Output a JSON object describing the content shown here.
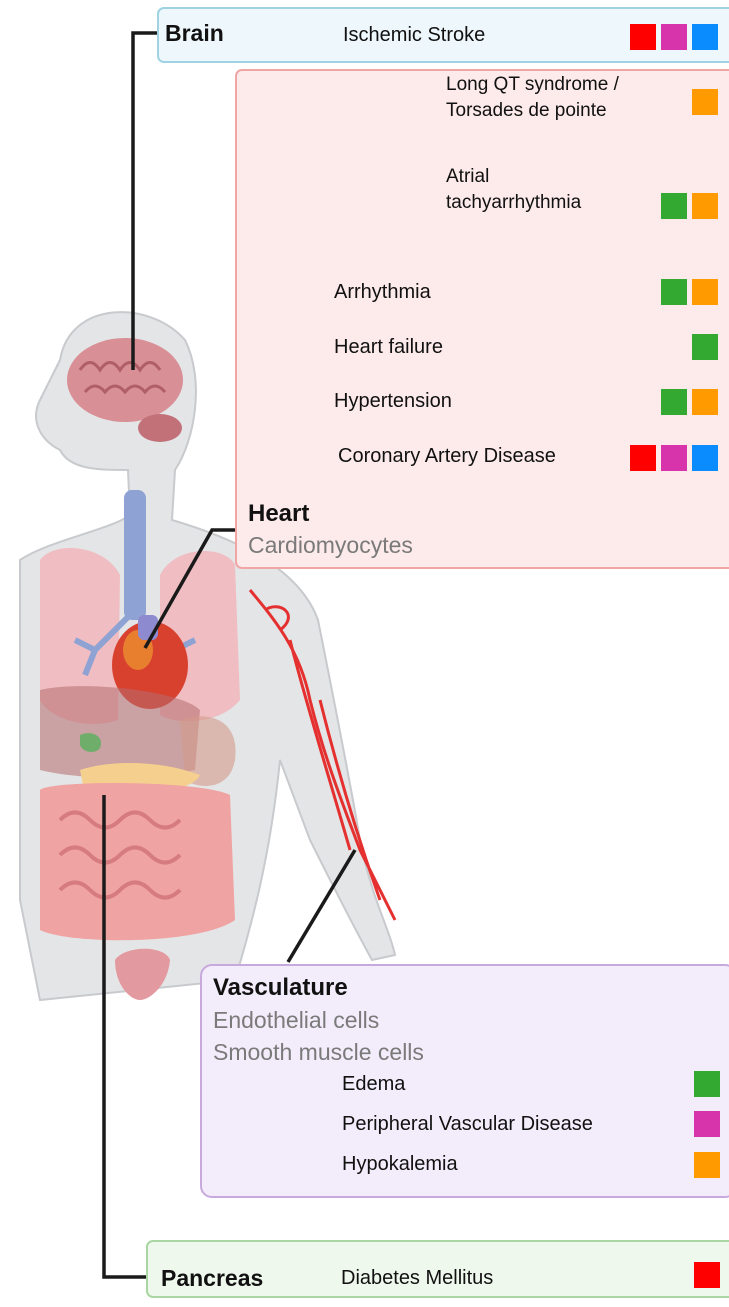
{
  "colors": {
    "red": "#ff0000",
    "magenta": "#d733aa",
    "blue": "#0a8cff",
    "green": "#33a932",
    "orange": "#ff9a00",
    "brain_panel_border": "#9fd3e4",
    "brain_panel_fill": "#eef7fb",
    "heart_panel_border": "#f1a6a6",
    "heart_panel_fill": "#fdeaea",
    "vasc_panel_border": "#c7a9dd",
    "vasc_panel_fill": "#f3ecfa",
    "pancreas_panel_border": "#a9d7a2",
    "pancreas_panel_fill": "#eef8ec"
  },
  "brain": {
    "organ": "Brain",
    "conditions": [
      {
        "label": "Ischemic Stroke",
        "markers": [
          "red",
          "magenta",
          "blue"
        ]
      }
    ]
  },
  "heart": {
    "organ": "Heart",
    "cells": [
      "Cardiomyocytes"
    ],
    "conditions": [
      {
        "label": "Long QT syndrome /",
        "label2": "Torsades de pointe",
        "markers": [
          "orange"
        ]
      },
      {
        "label": "Atrial",
        "label2": "tachyarrhythmia",
        "markers": [
          "green",
          "orange"
        ]
      },
      {
        "label": "Arrhythmia",
        "markers": [
          "green",
          "orange"
        ]
      },
      {
        "label": "Heart failure",
        "markers": [
          "green"
        ]
      },
      {
        "label": "Hypertension",
        "markers": [
          "green",
          "orange"
        ]
      },
      {
        "label": "Coronary Artery Disease",
        "markers": [
          "red",
          "magenta",
          "blue"
        ]
      }
    ]
  },
  "vasculature": {
    "organ": "Vasculature",
    "cells": [
      "Endothelial cells",
      "Smooth muscle cells"
    ],
    "conditions": [
      {
        "label": "Edema",
        "markers": [
          "green"
        ]
      },
      {
        "label": "Peripheral Vascular Disease",
        "markers": [
          "magenta"
        ]
      },
      {
        "label": "Hypokalemia",
        "markers": [
          "orange"
        ]
      }
    ]
  },
  "pancreas": {
    "organ": "Pancreas",
    "conditions": [
      {
        "label": "Diabetes Mellitus",
        "markers": [
          "red"
        ]
      }
    ]
  }
}
